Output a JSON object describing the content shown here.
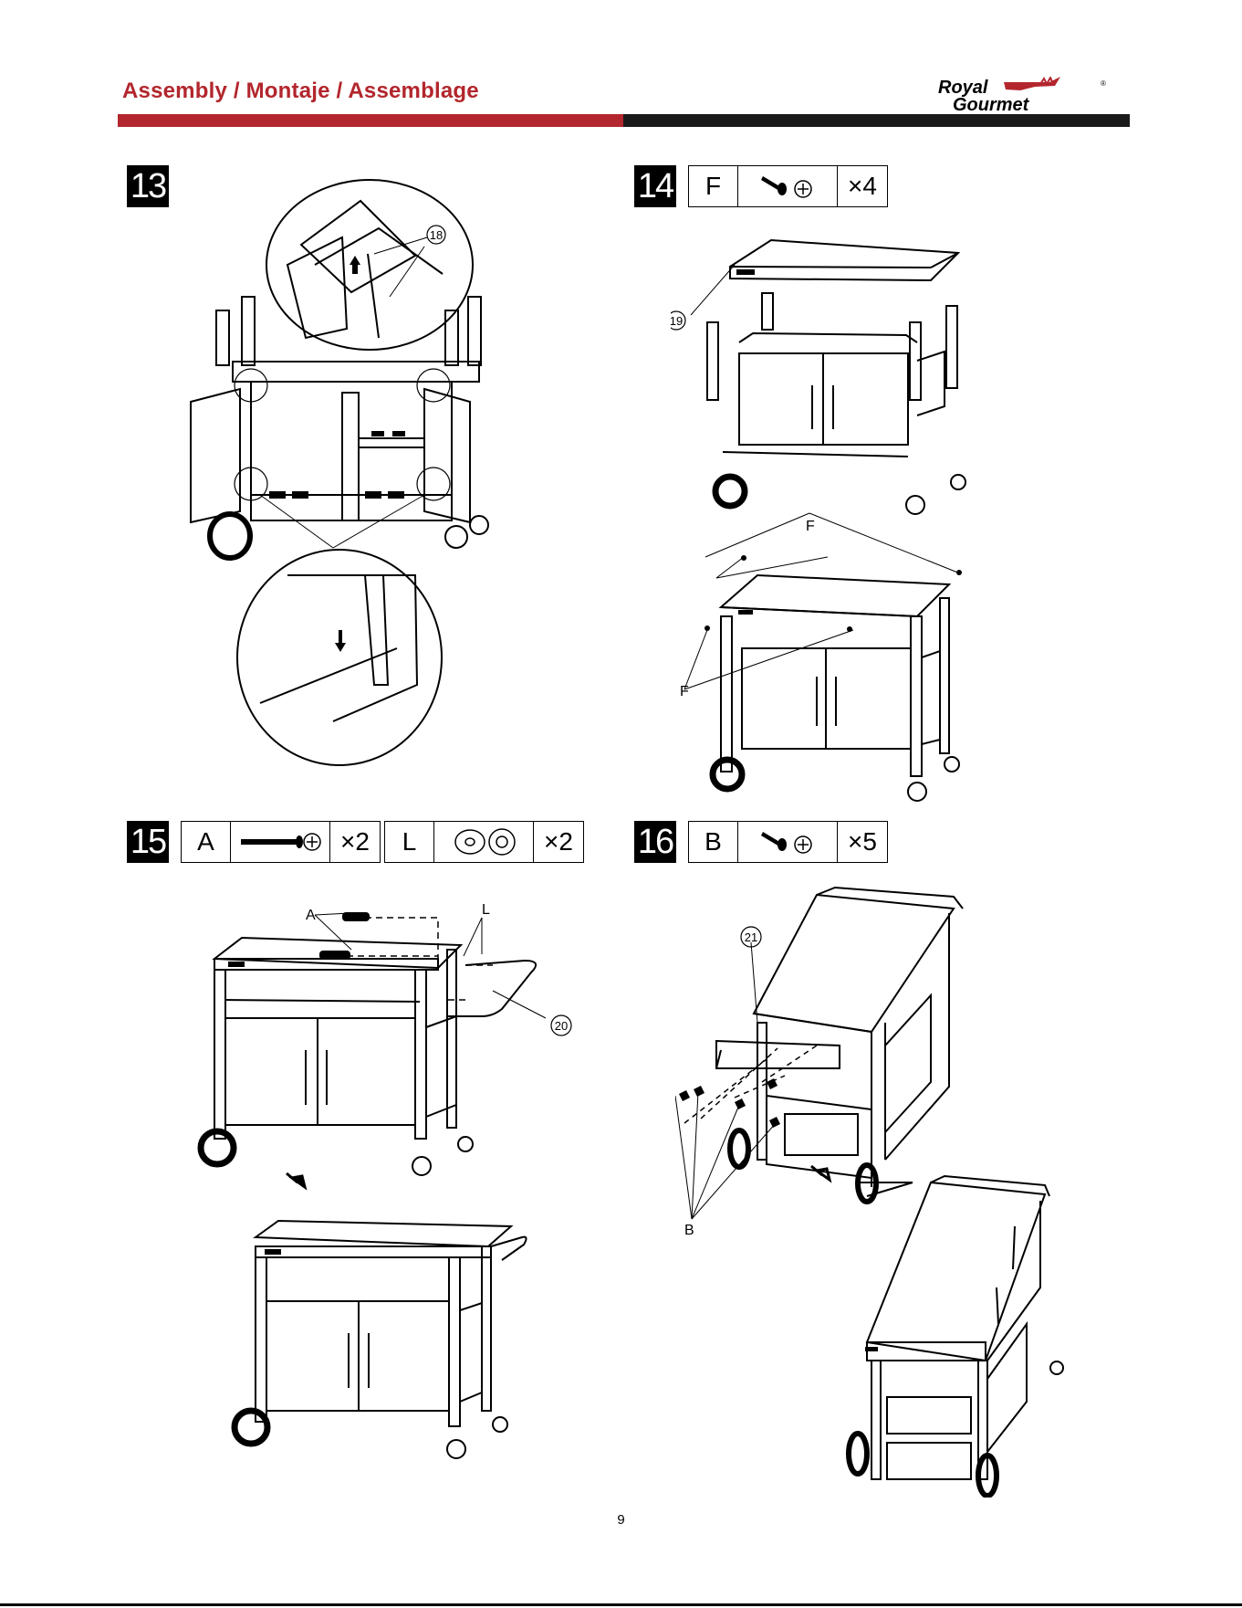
{
  "header": {
    "title": "Assembly / Montaje / Assemblage",
    "logo_line1": "Royal",
    "logo_line2": "Gourmet",
    "logo_mark": "®"
  },
  "colors": {
    "accent": "#b3262d",
    "rule_dark": "#1a1a1a"
  },
  "steps": [
    {
      "number": "13",
      "callouts": [
        "18"
      ]
    },
    {
      "number": "14",
      "parts": [
        {
          "letter": "F",
          "icon": "screw-icon",
          "qty": "×4"
        }
      ],
      "callouts": [
        "19"
      ],
      "labels": [
        "F",
        "F"
      ]
    },
    {
      "number": "15",
      "parts": [
        {
          "letter": "A",
          "icon": "long-bolt-icon",
          "qty": "×2"
        },
        {
          "letter": "L",
          "icon": "washer-icon",
          "qty": "×2"
        }
      ],
      "callouts": [
        "20"
      ],
      "labels": [
        "A",
        "L"
      ]
    },
    {
      "number": "16",
      "parts": [
        {
          "letter": "B",
          "icon": "screw-icon",
          "qty": "×5"
        }
      ],
      "callouts": [
        "21"
      ],
      "labels": [
        "B"
      ]
    }
  ],
  "page_number": "9"
}
